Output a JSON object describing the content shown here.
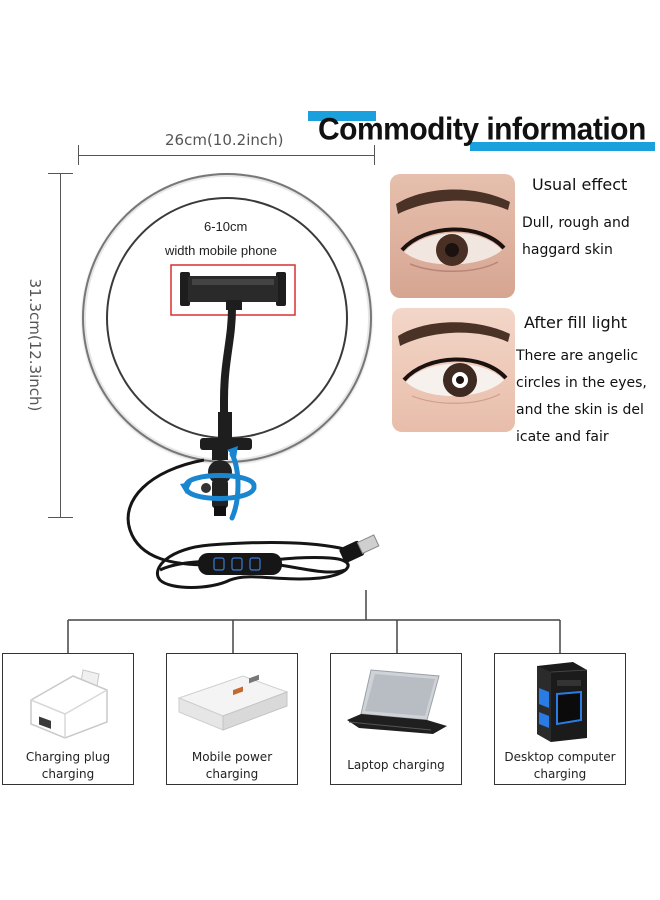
{
  "title": "Commodity information",
  "dimensions": {
    "width_label": "26cm(10.2inch)",
    "height_label": "31.3cm(12.3inch)"
  },
  "ring": {
    "holder_range": "6-10cm",
    "holder_caption": "width mobile phone"
  },
  "comparison": [
    {
      "heading": "Usual effect",
      "lines": [
        "Dull, rough and",
        "haggard skin"
      ]
    },
    {
      "heading": "After fill light",
      "lines": [
        "There are angelic",
        "circles in the eyes,",
        "and the skin is del",
        "icate and fair"
      ]
    }
  ],
  "charging_options": [
    {
      "lines": [
        "Charging plug",
        "charging"
      ],
      "icon": "charger-plug-icon"
    },
    {
      "lines": [
        "Mobile power",
        "charging"
      ],
      "icon": "power-bank-icon"
    },
    {
      "lines": [
        "Laptop charging"
      ],
      "icon": "laptop-icon"
    },
    {
      "lines": [
        "Desktop computer",
        "charging"
      ],
      "icon": "desktop-tower-icon"
    }
  ],
  "colors": {
    "accent_blue": "#1aa0dc",
    "holder_highlight": "#d9302f"
  }
}
